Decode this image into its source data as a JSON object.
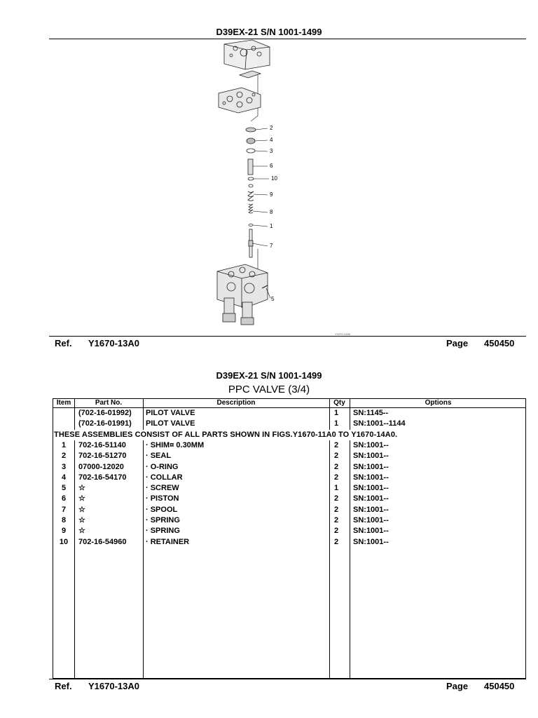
{
  "top": {
    "title": "D39EX-21 S/N 1001-1499",
    "ref_label": "Ref.",
    "ref_value": "Y1670-13A0",
    "page_label": "Page",
    "page_value": "450450",
    "drawing_number": "Y1670-13A0"
  },
  "diagram": {
    "callouts": [
      "2",
      "4",
      "3",
      "6",
      "10",
      "9",
      "8",
      "1",
      "7",
      "5"
    ]
  },
  "bottom": {
    "title": "D39EX-21 S/N 1001-1499",
    "subtitle": "PPC VALVE (3/4)",
    "ref_label": "Ref.",
    "ref_value": "Y1670-13A0",
    "page_label": "Page",
    "page_value": "450450"
  },
  "table": {
    "headers": {
      "item": "Item",
      "part": "Part No.",
      "desc": "Description",
      "qty": "Qty",
      "opt": "Options"
    },
    "rows": [
      {
        "item": "",
        "part": "(702-16-01992)",
        "desc": "PILOT VALVE",
        "qty": "1",
        "opt": "SN:1145--"
      },
      {
        "item": "",
        "part": "(702-16-01991)",
        "desc": "PILOT VALVE",
        "qty": "1",
        "opt": "SN:1001--1144"
      },
      {
        "note": "THESE ASSEMBLIES CONSIST OF ALL PARTS SHOWN IN FIGS.Y1670-11A0 TO Y1670-14A0."
      },
      {
        "item": "1",
        "part": "702-16-51140",
        "desc": "· SHIM¤ 0.30MM",
        "qty": "2",
        "opt": "SN:1001--"
      },
      {
        "item": "2",
        "part": "702-16-51270",
        "desc": "· SEAL",
        "qty": "2",
        "opt": "SN:1001--"
      },
      {
        "item": "3",
        "part": "07000-12020",
        "desc": "· O-RING",
        "qty": "2",
        "opt": "SN:1001--"
      },
      {
        "item": "4",
        "part": "702-16-54170",
        "desc": "· COLLAR",
        "qty": "2",
        "opt": "SN:1001--"
      },
      {
        "item": "5",
        "part": "☆",
        "desc": "· SCREW",
        "qty": "1",
        "opt": "SN:1001--"
      },
      {
        "item": "6",
        "part": "☆",
        "desc": "· PISTON",
        "qty": "2",
        "opt": "SN:1001--"
      },
      {
        "item": "7",
        "part": "☆",
        "desc": "· SPOOL",
        "qty": "2",
        "opt": "SN:1001--"
      },
      {
        "item": "8",
        "part": "☆",
        "desc": "· SPRING",
        "qty": "2",
        "opt": "SN:1001--"
      },
      {
        "item": "9",
        "part": "☆",
        "desc": "· SPRING",
        "qty": "2",
        "opt": "SN:1001--"
      },
      {
        "item": "10",
        "part": "702-16-54960",
        "desc": "· RETAINER",
        "qty": "2",
        "opt": "SN:1001--"
      }
    ]
  }
}
